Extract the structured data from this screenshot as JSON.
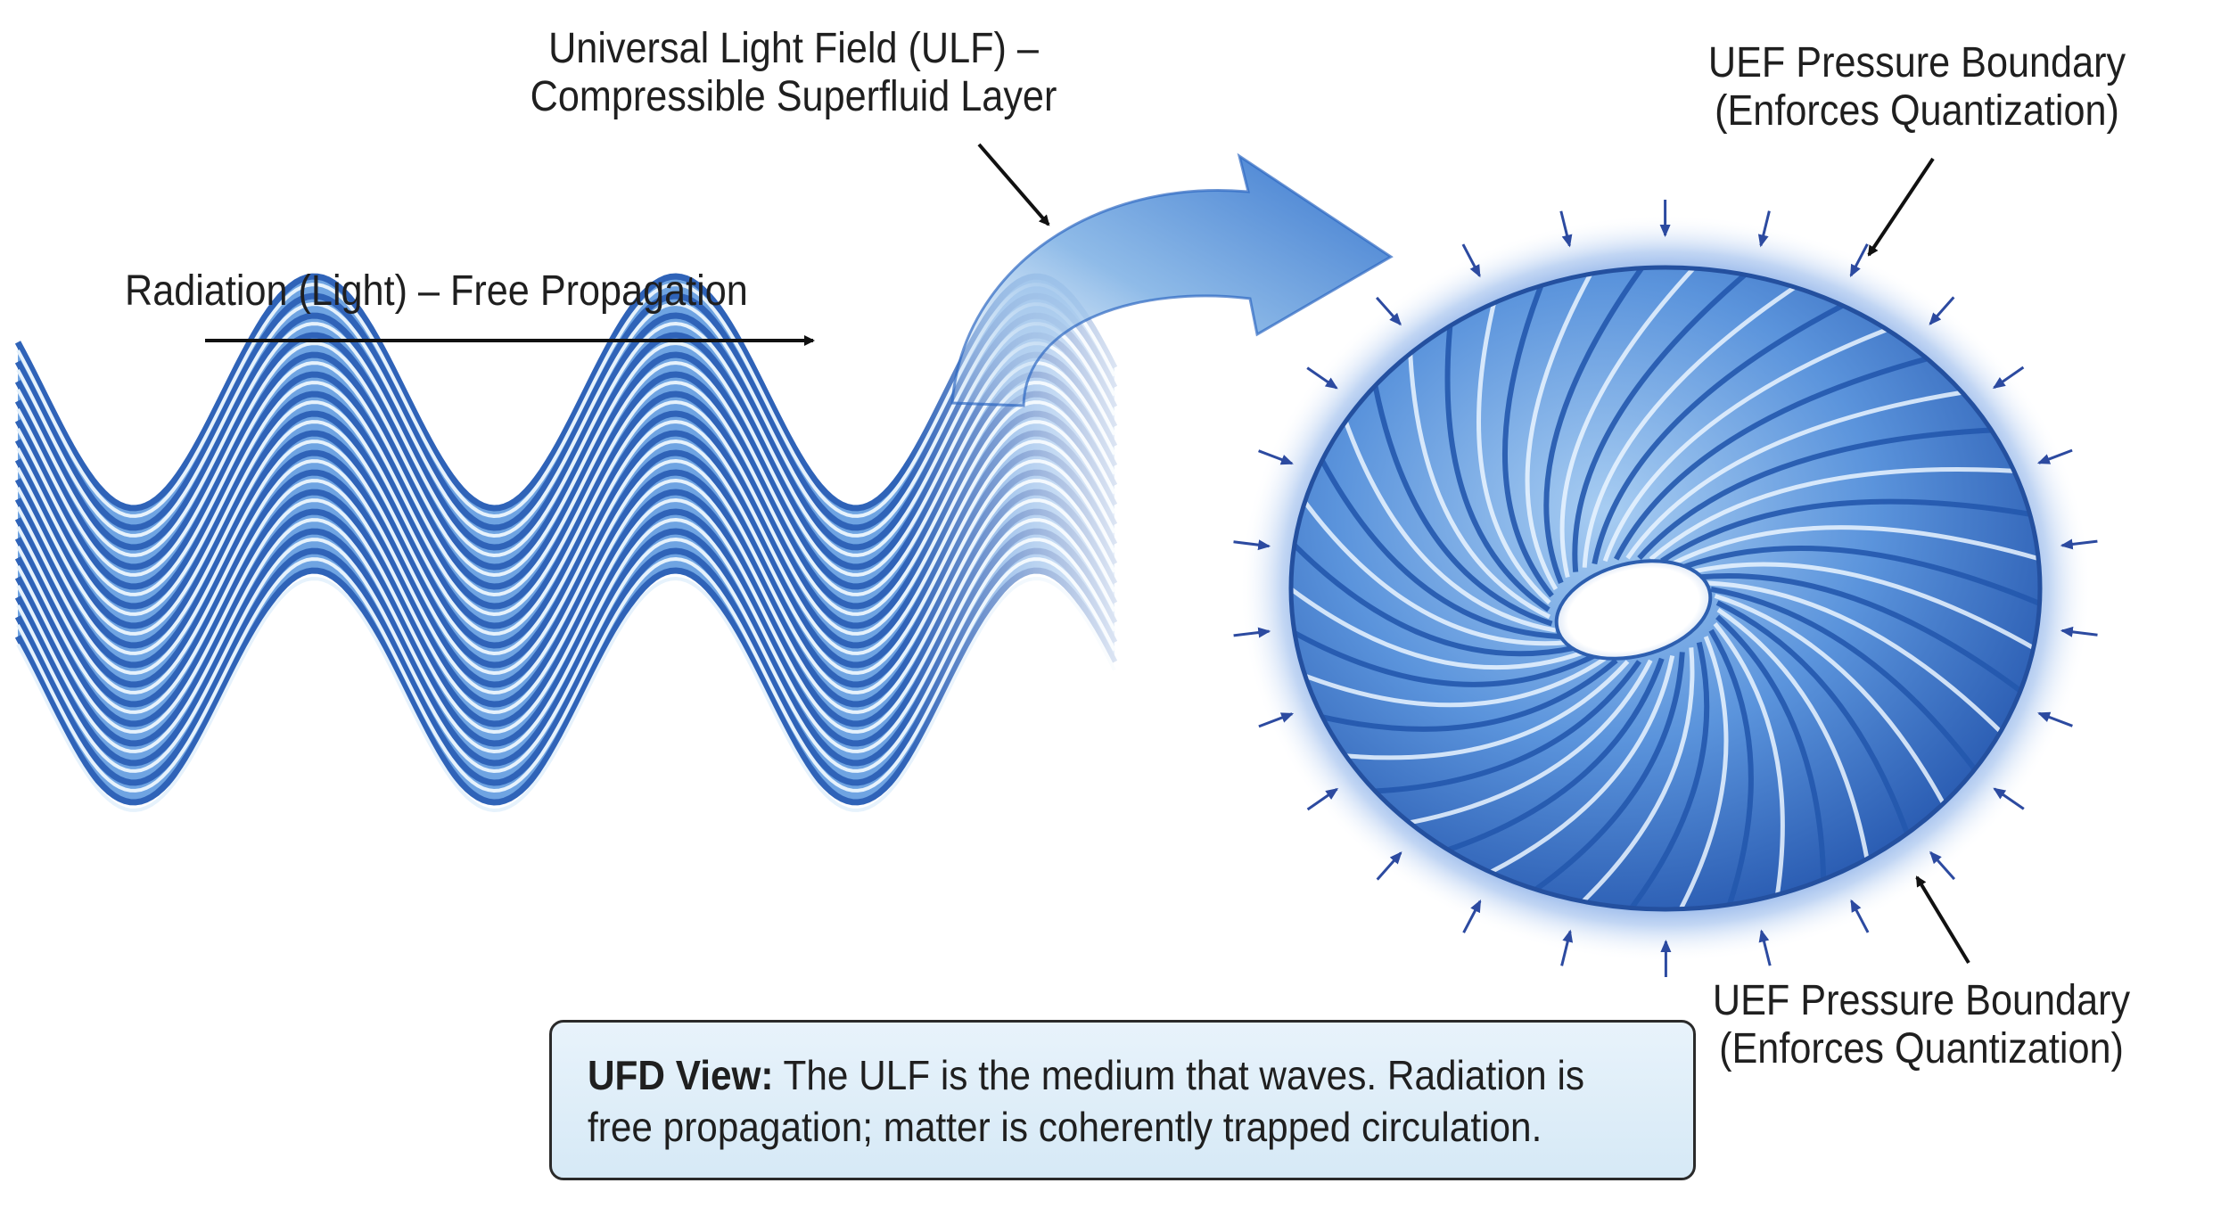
{
  "labels": {
    "ulf_line1": "Universal Light Field (ULF) –",
    "ulf_line2": "Compressible Superfluid Layer",
    "radiation": "Radiation (Light) – Free Propagation",
    "uef_top_line1": "UEF Pressure Boundary",
    "uef_top_line2": "(Enforces Quantization)",
    "uef_bottom_line1": "UEF Pressure Boundary",
    "uef_bottom_line2": "(Enforces Quantization)"
  },
  "callout": {
    "heading": "UFD View:",
    "line1": " The ULF is the medium that waves. Radiation is",
    "line2": "free propagation; matter is coherently trapped circulation."
  },
  "colors": {
    "wave_dark": "#2f63b8",
    "wave_light": "#e6f2fc",
    "torus_blue": "#3d78cf",
    "glow": "#5b8fe0",
    "pressure_arrow": "#2c4aa0",
    "pointer": "#111111"
  },
  "icons": [
    "curved-transition-arrow",
    "pressure-arrow",
    "pointer-arrow"
  ]
}
